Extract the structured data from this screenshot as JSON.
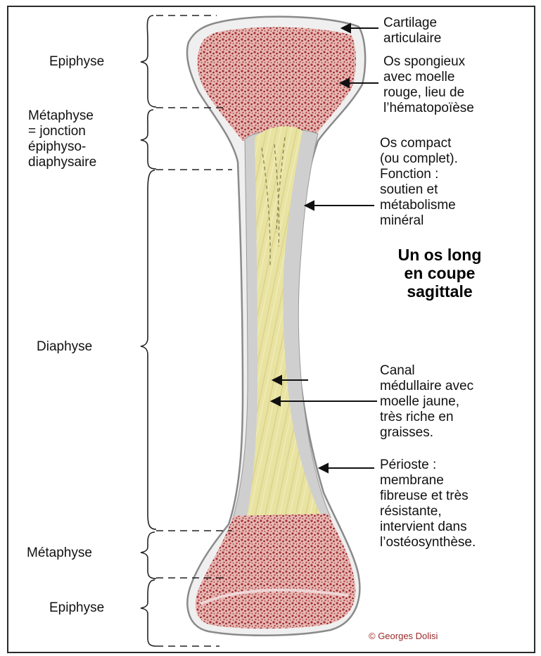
{
  "regions": {
    "epiphyse_top": "Epiphyse",
    "metaphyse_top": "Métaphyse\n= jonction\népiphyso-\ndiaphysaire",
    "diaphyse": "Diaphyse",
    "metaphyse_bottom": "Métaphyse",
    "epiphyse_bottom": "Epiphyse"
  },
  "annotations": {
    "cartilage": "Cartilage\narticulaire",
    "os_spongieux": "Os spongieux\navec moelle\nrouge, lieu de\nl’hématopoïèse",
    "os_compact": "Os compact\n(ou complet).\nFonction :\nsoutien et\nmétabolisme\nminéral",
    "canal": "Canal\nmédullaire avec\nmoelle jaune,\ntrès riche en\ngraisses.",
    "perioste": "Périoste :\nmembrane\nfibreuse et très\nrésistante,\nintervient dans\nl’ostéosynthèse."
  },
  "title": "Un os long\nen coupe\nsagittale",
  "copyright": "© Georges Dolisi",
  "colors": {
    "spongy_red": "#a8323a",
    "spongy_pink": "#e9b9b4",
    "marrow_yellow": "#ece6a6",
    "cortical_grey": "#cfcfcf",
    "periosteum_white": "#f4f4f4",
    "copyright_red": "#9b2a2a"
  },
  "icons": [
    "arrow-icon",
    "brace-icon"
  ]
}
